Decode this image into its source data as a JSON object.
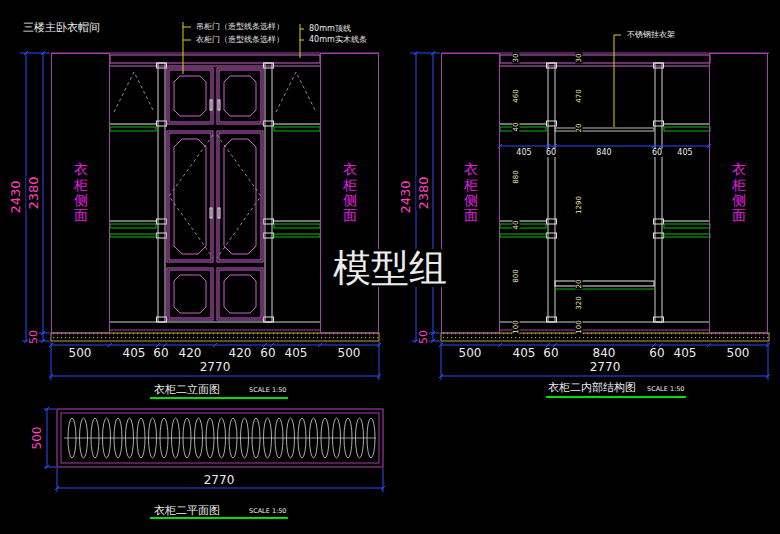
{
  "diagram": {
    "title": "三楼主卧衣帽间",
    "nodes": [
      {
        "text": [
          "衣柜侧面"
        ]
      },
      {
        "text": [
          "衣柜侧面"
        ]
      },
      {
        "text": [
          "衣柜侧面"
        ]
      },
      {
        "text": [
          "衣柜侧面"
        ]
      }
    ],
    "labels": [
      "吊柜门（造型线条选样）",
      "衣柜门（造型线条选样）",
      "80mm顶线",
      "40mm实木线条",
      "不锈钢挂衣架",
      "2430",
      "2380",
      "50",
      "500",
      "405",
      "60",
      "420",
      "420",
      "60",
      "405",
      "500",
      "2770",
      "衣柜二立面图",
      "SCALE 1:50",
      "2430",
      "2380",
      "50",
      "30",
      "460",
      "40",
      "880",
      "40",
      "800",
      "100",
      "30",
      "470",
      "20",
      "1290",
      "20",
      "320",
      "100",
      "405",
      "60",
      "840",
      "60",
      "405",
      "500",
      "405",
      "60",
      "840",
      "60",
      "405",
      "500",
      "2770",
      "衣柜二内部结构图",
      "SCALE 1:50",
      "500",
      "2770",
      "衣柜二平面图",
      "SCALE 1:50",
      "模型组"
    ]
  }
}
